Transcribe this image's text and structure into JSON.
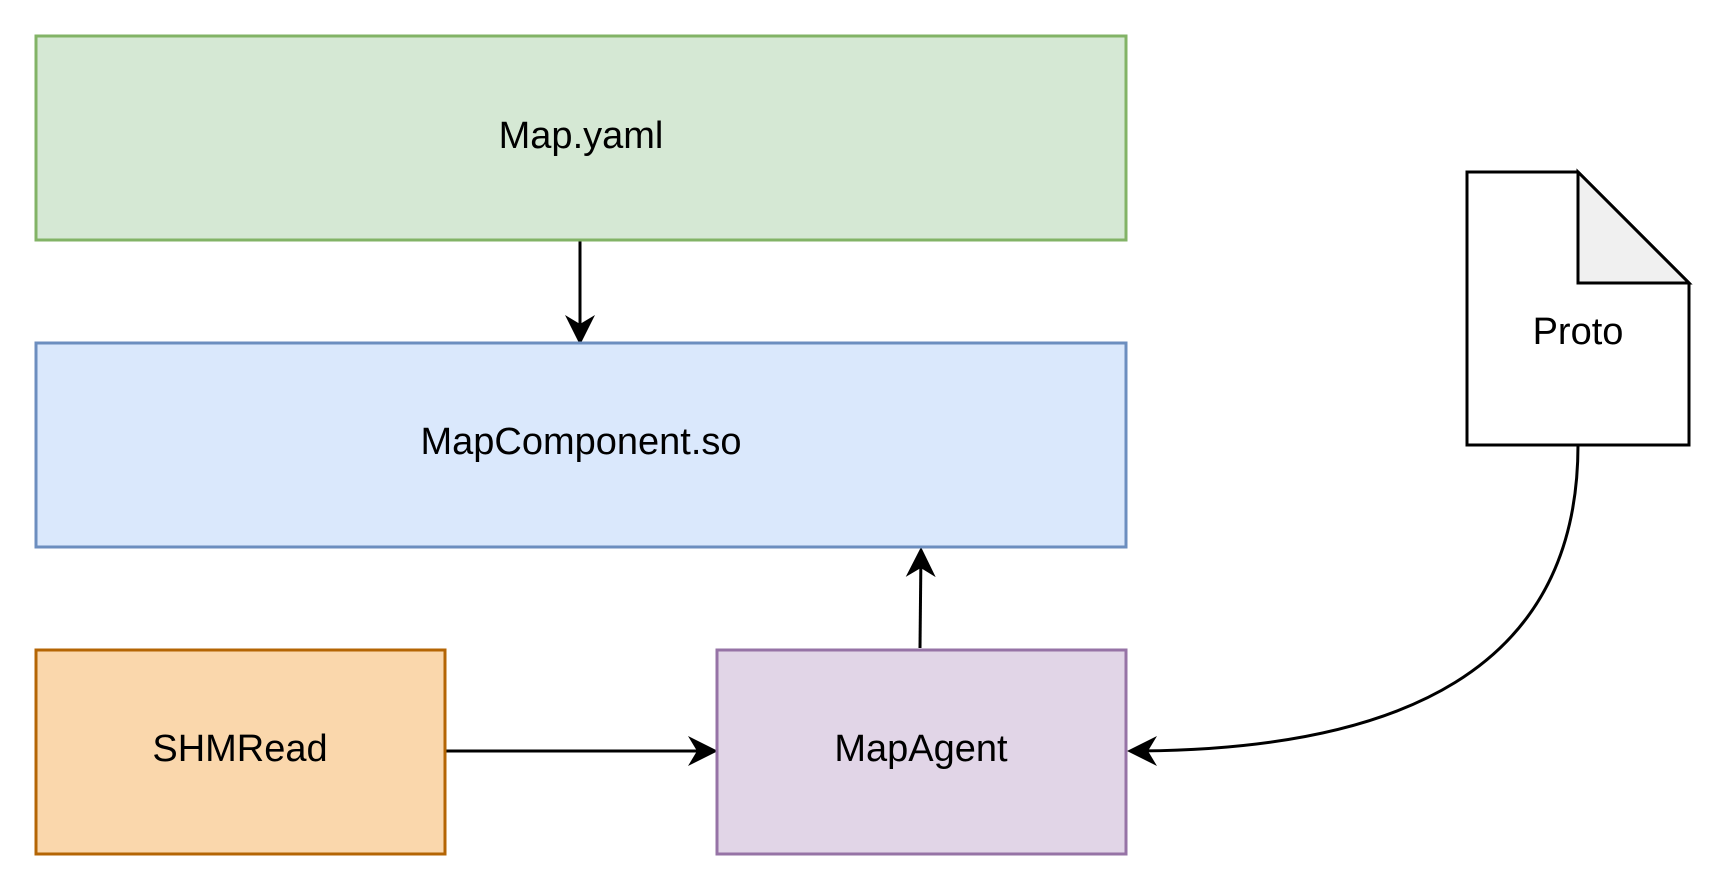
{
  "nodes": {
    "map_yaml": {
      "label": "Map.yaml",
      "fill": "#d5e8d4",
      "stroke": "#82b366"
    },
    "map_component": {
      "label": "MapComponent.so",
      "fill": "#dae8fc",
      "stroke": "#6c8ebf"
    },
    "shm_read": {
      "label": "SHMRead",
      "fill": "#fad7ac",
      "stroke": "#b46504"
    },
    "map_agent": {
      "label": "MapAgent",
      "fill": "#e1d5e7",
      "stroke": "#9673a6"
    },
    "proto": {
      "label": "Proto",
      "fill": "#ffffff",
      "stroke": "#000000",
      "fold_fill": "#f0f0f0"
    }
  },
  "edges": [
    {
      "from": "Map.yaml",
      "to": "MapComponent.so"
    },
    {
      "from": "MapAgent",
      "to": "MapComponent.so"
    },
    {
      "from": "SHMRead",
      "to": "MapAgent"
    },
    {
      "from": "Proto",
      "to": "MapAgent"
    }
  ]
}
